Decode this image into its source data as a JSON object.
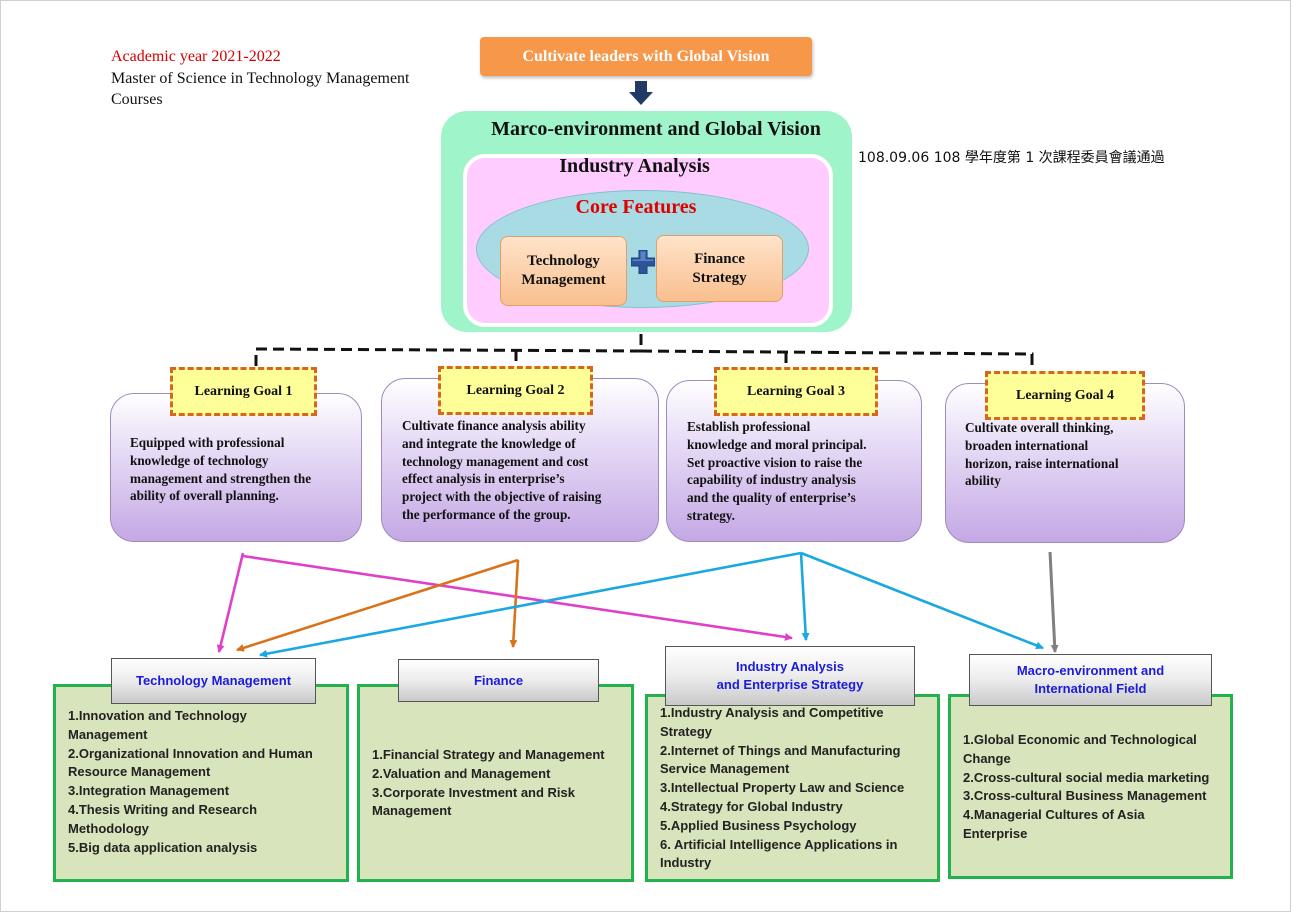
{
  "header": {
    "year": "Academic year 2021-2022",
    "program": "Master of Science in Technology Management",
    "courses": "Courses"
  },
  "banner": "Cultivate leaders with Global Vision",
  "outer_title": "Marco-environment and Global Vision",
  "inner_title": "Industry Analysis",
  "core": {
    "title": "Core Features",
    "left": [
      "Technology",
      "Management"
    ],
    "right": [
      "Finance",
      "Strategy"
    ]
  },
  "approval_note": "108.09.06 108 學年度第 1 次課程委員會議通過",
  "goals": [
    {
      "label": "Learning Goal 1",
      "lines": [
        "Equipped with professional",
        "knowledge of technology",
        "management and strengthen the",
        "ability of overall planning."
      ]
    },
    {
      "label": "Learning Goal 2",
      "lines": [
        "Cultivate finance analysis ability",
        "and integrate the knowledge of",
        "technology management and cost",
        "effect analysis in enterprise’s",
        "project with the objective of raising",
        "the performance of the group."
      ]
    },
    {
      "label": "Learning Goal 3",
      "lines": [
        "Establish professional",
        "knowledge and moral principal.",
        "Set proactive vision to raise the",
        "capability of industry analysis",
        "and the quality of enterprise’s",
        "strategy."
      ]
    },
    {
      "label": "Learning Goal 4",
      "lines": [
        "Cultivate overall thinking,",
        "broaden international",
        "horizon, raise international",
        "ability"
      ]
    }
  ],
  "categories": [
    {
      "title": [
        "Technology Management"
      ],
      "lines": [
        "1.Innovation and Technology",
        "Management",
        "2.Organizational Innovation and Human",
        "Resource Management",
        "3.Integration Management",
        "4.Thesis Writing and Research",
        "Methodology",
        "5.Big data application analysis"
      ]
    },
    {
      "title": [
        "Finance"
      ],
      "lines": [
        "1.Financial Strategy and Management",
        "2.Valuation and Management",
        "3.Corporate Investment and Risk",
        "Management"
      ]
    },
    {
      "title": [
        "Industry Analysis",
        "and Enterprise Strategy"
      ],
      "lines": [
        "1.Industry Analysis and Competitive",
        "Strategy",
        "2.Internet of Things and Manufacturing",
        "Service Management",
        "3.Intellectual Property Law and Science",
        "4.Strategy for Global Industry",
        "5.Applied Business Psychology",
        "6.  Artificial Intelligence Applications in",
        "Industry"
      ]
    },
    {
      "title": [
        "Macro-environment and",
        "International Field"
      ],
      "lines": [
        "1.Global Economic and Technological",
        "Change",
        "2.Cross-cultural social media marketing",
        "3.Cross-cultural Business Management",
        "4.Managerial Cultures of Asia",
        "Enterprise"
      ]
    }
  ],
  "colors": {
    "banner": "#f7974a",
    "outer_box": "#9ff5c9",
    "inner_box": "#ffccff",
    "core_oval": "#a8dbe3",
    "arrow_goal1": "#e040c8",
    "arrow_goal2": "#d9731a",
    "arrow_goal3": "#1aa8e0",
    "arrow_goal4": "#808080",
    "course_box": "#d8e4bc",
    "course_border": "#22b14c"
  }
}
